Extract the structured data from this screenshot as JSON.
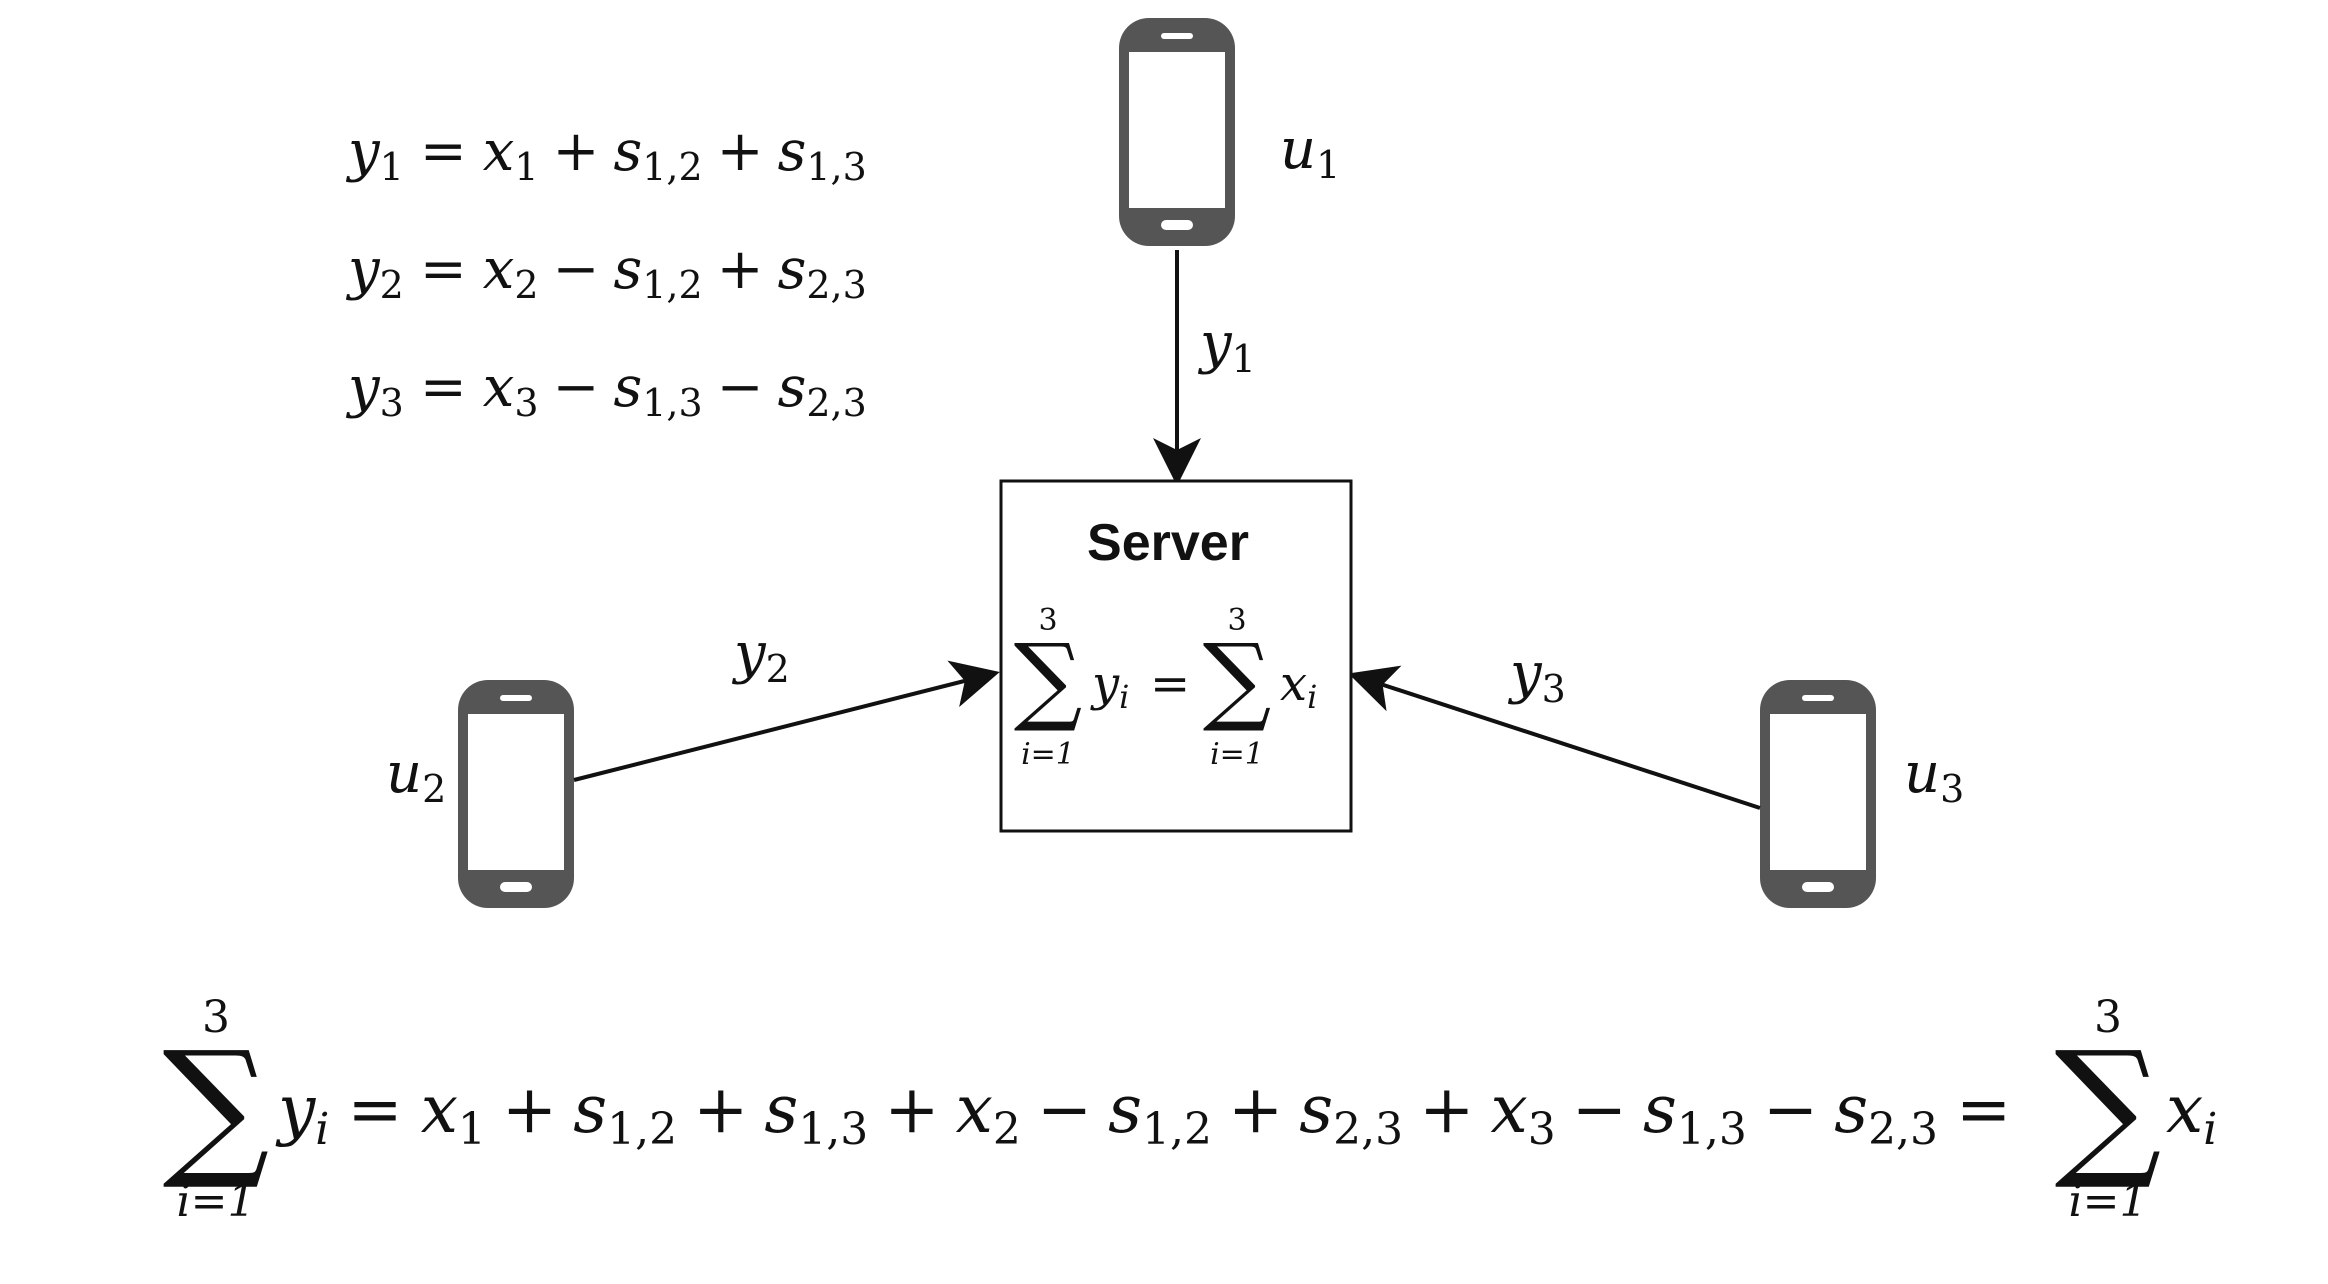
{
  "colors": {
    "ink": "#111111",
    "phone_body": "#555555",
    "phone_screen": "#ffffff",
    "background": "#ffffff"
  },
  "icons": {
    "phone": "smartphone-icon"
  },
  "equations": {
    "eq1": {
      "lhs": "y",
      "lhs_sub": "1",
      "eq": "=",
      "x": "x",
      "x_sub": "1",
      "op1": "+",
      "s1": "s",
      "s1_sub": "1,2",
      "op2": "+",
      "s2": "s",
      "s2_sub": "1,3"
    },
    "eq2": {
      "lhs": "y",
      "lhs_sub": "2",
      "eq": "=",
      "x": "x",
      "x_sub": "2",
      "op1": "−",
      "s1": "s",
      "s1_sub": "1,2",
      "op2": "+",
      "s2": "s",
      "s2_sub": "2,3"
    },
    "eq3": {
      "lhs": "y",
      "lhs_sub": "3",
      "eq": "=",
      "x": "x",
      "x_sub": "3",
      "op1": "−",
      "s1": "s",
      "s1_sub": "1,3",
      "op2": "−",
      "s2": "s",
      "s2_sub": "2,3"
    }
  },
  "users": {
    "u1": {
      "var": "u",
      "sub": "1"
    },
    "u2": {
      "var": "u",
      "sub": "2"
    },
    "u3": {
      "var": "u",
      "sub": "3"
    }
  },
  "arrows": {
    "y1": {
      "var": "y",
      "sub": "1"
    },
    "y2": {
      "var": "y",
      "sub": "2"
    },
    "y3": {
      "var": "y",
      "sub": "3"
    }
  },
  "server": {
    "title": "Server",
    "sigma": "∑",
    "upper": "3",
    "lower": "i=1",
    "y": "y",
    "x": "x",
    "i": "i",
    "eq": "="
  },
  "bottom": {
    "sigma": "∑",
    "upper": "3",
    "lower": "i=1",
    "y": "y",
    "x": "x",
    "i": "i",
    "eq": "=",
    "plus": "+",
    "minus": "−",
    "s": "s",
    "x1": "1",
    "x2": "2",
    "x3": "3",
    "s12": "1,2",
    "s13": "1,3",
    "s23": "2,3"
  }
}
